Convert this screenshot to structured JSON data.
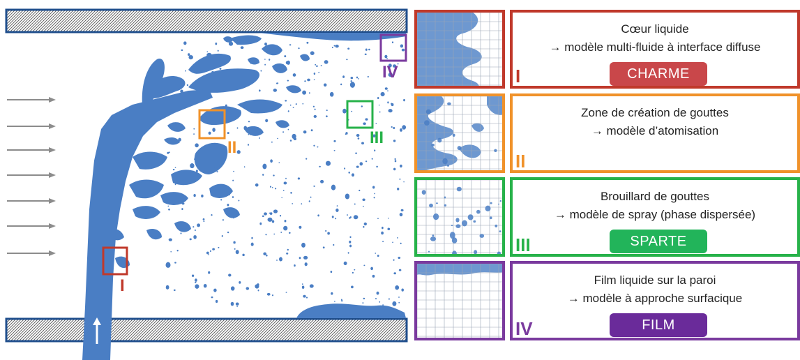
{
  "colors": {
    "liquid": "#4a7ec4",
    "wall_border": "#1f4e8c",
    "arrow_gray": "#8c8c8c",
    "zone_I": "#c0392b",
    "zone_II": "#f0922a",
    "zone_III": "#27b24a",
    "zone_IV": "#7a3a9e",
    "badge_I": "#c9474a",
    "badge_III": "#22b45a",
    "badge_IV": "#6a2b9a"
  },
  "scene": {
    "labels": {
      "I": "I",
      "II": "II",
      "III": "III",
      "IV": "IV"
    },
    "inflow_arrow_icon": "up-arrow-icon",
    "crossflow_arrow_icon": "right-arrow-icon"
  },
  "panels": [
    {
      "roman": "I",
      "line1": "Cœur liquide",
      "line2": "→ modèle multi-fluide à interface diffuse",
      "badge": "CHARME"
    },
    {
      "roman": "II",
      "line1": "Zone de création de gouttes",
      "line2": "→ modèle d’atomisation",
      "badge": ""
    },
    {
      "roman": "III",
      "line1": "Brouillard de gouttes",
      "line2": "→ modèle de spray (phase dispersée)",
      "badge": "SPARTE"
    },
    {
      "roman": "IV",
      "line1": "Film liquide sur la paroi",
      "line2": "→ modèle à approche surfacique",
      "badge": "FILM"
    }
  ]
}
